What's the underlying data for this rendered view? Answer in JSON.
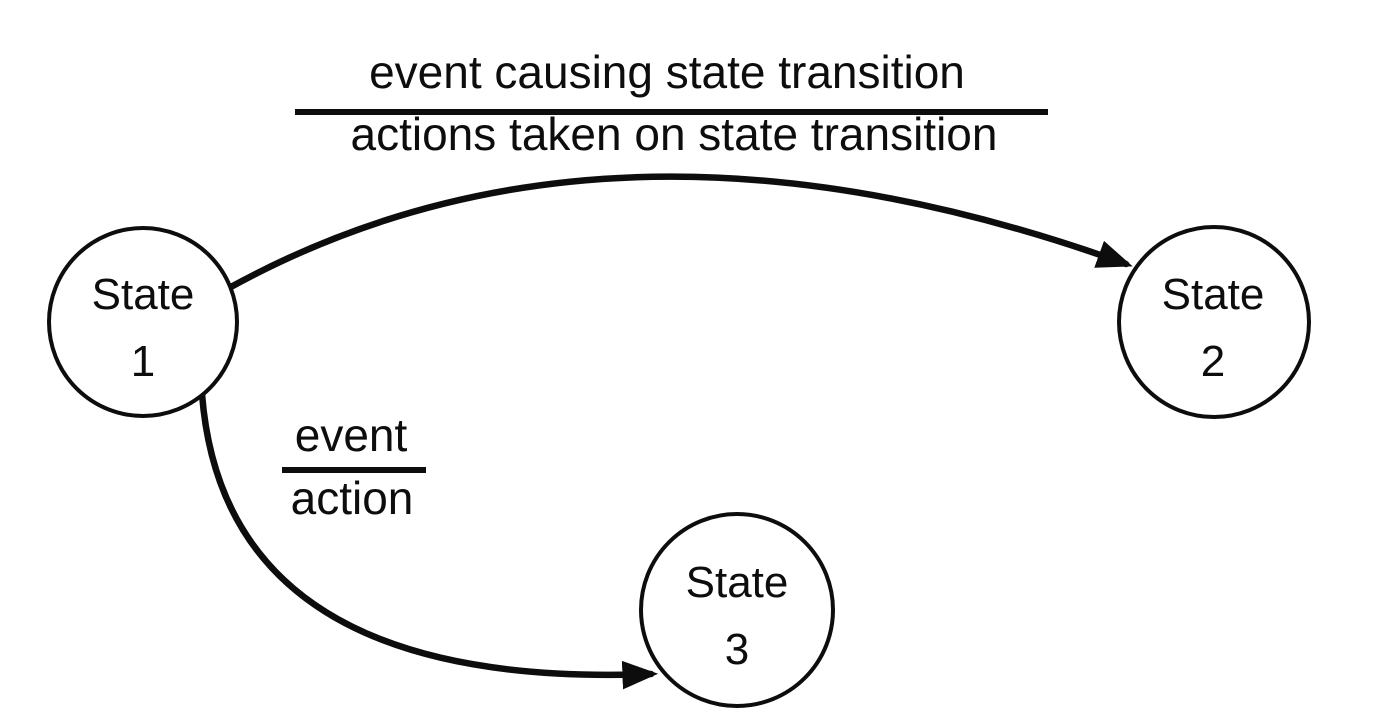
{
  "diagram": {
    "colors": {
      "ink": "#0d0d0d",
      "background": "#ffffff"
    },
    "states": [
      {
        "name": "State",
        "number": "1"
      },
      {
        "name": "State",
        "number": "2"
      },
      {
        "name": "State",
        "number": "3"
      }
    ],
    "transitions": [
      {
        "from": "State 1",
        "to": "State 2",
        "event": "event causing state transition",
        "action": "actions taken on state transition"
      },
      {
        "from": "State 1",
        "to": "State 3",
        "event": "event",
        "action": "action"
      }
    ]
  }
}
